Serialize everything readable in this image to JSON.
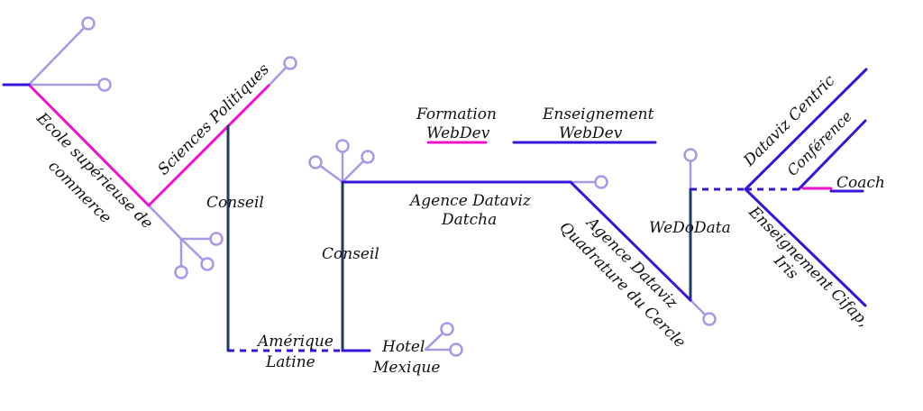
{
  "colors": {
    "magenta": "#ee11cc",
    "blue": "#3a14d6",
    "navy": "#1e3d66",
    "lavender": "#a49ae8",
    "text": "#111111"
  },
  "labels": {
    "ecole_1": "Ecole supérieuse de",
    "ecole_2": "commerce",
    "sciences_po": "Sciences Politiques",
    "conseil_1": "Conseil",
    "conseil_2": "Conseil",
    "amerique_1": "Amérique",
    "amerique_2": "Latine",
    "hotel_1": "Hotel",
    "hotel_2": "Mexique",
    "formation_1": "Formation",
    "formation_2": "WebDev",
    "enseignement_1": "Enseignement",
    "enseignement_2": "WebDev",
    "datcha_1": "Agence Dataviz",
    "datcha_2": "Datcha",
    "quadrature_1": "Agence Dataviz",
    "quadrature_2": "Quadrature du Cercle",
    "wedodata": "WeDoData",
    "dataviz_centric": "Dataviz Centric",
    "conference": "Conférence",
    "coach": "Coach",
    "cifap_1": "Enseignement Cifap,",
    "cifap_2": "Iris"
  }
}
